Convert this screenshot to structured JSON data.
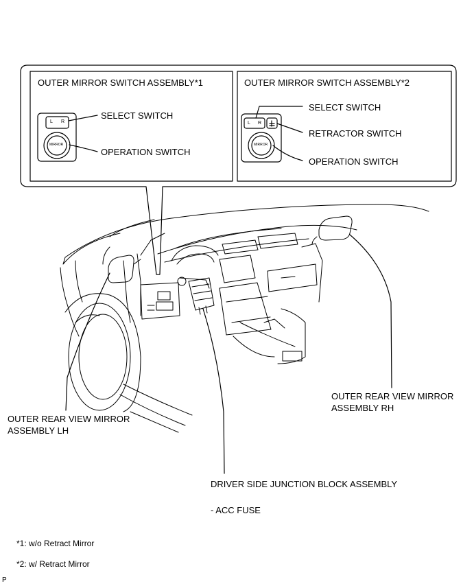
{
  "panel_left": {
    "title": "OUTER MIRROR SWITCH ASSEMBLY*1",
    "select_switch": "SELECT SWITCH",
    "operation_switch": "OPERATION SWITCH",
    "key_l": "L",
    "key_r": "R",
    "mirror_text": "MIRROR"
  },
  "panel_right": {
    "title": "OUTER MIRROR SWITCH ASSEMBLY*2",
    "select_switch": "SELECT SWITCH",
    "retractor_switch": "RETRACTOR SWITCH",
    "operation_switch": "OPERATION SWITCH",
    "key_l": "L",
    "key_r": "R",
    "mirror_text": "MIRROR"
  },
  "callouts": {
    "mirror_lh_line1": "OUTER REAR VIEW MIRROR",
    "mirror_lh_line2": "ASSEMBLY LH",
    "mirror_rh_line1": "OUTER REAR VIEW MIRROR",
    "mirror_rh_line2": "ASSEMBLY RH",
    "junction_block": "DRIVER SIDE JUNCTION BLOCK ASSEMBLY",
    "acc_fuse": "- ACC FUSE"
  },
  "footnotes": {
    "note1": "*1: w/o Retract Mirror",
    "note2": "*2: w/ Retract Mirror"
  },
  "corner_mark": "P"
}
